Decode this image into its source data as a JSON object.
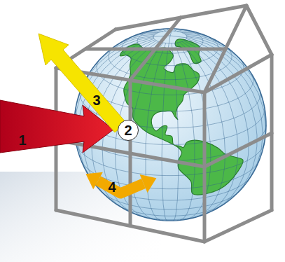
{
  "diagram": {
    "nodes": [
      {
        "text": [
          "2"
        ]
      }
    ],
    "labels": [
      "1",
      "3",
      "4"
    ]
  }
}
